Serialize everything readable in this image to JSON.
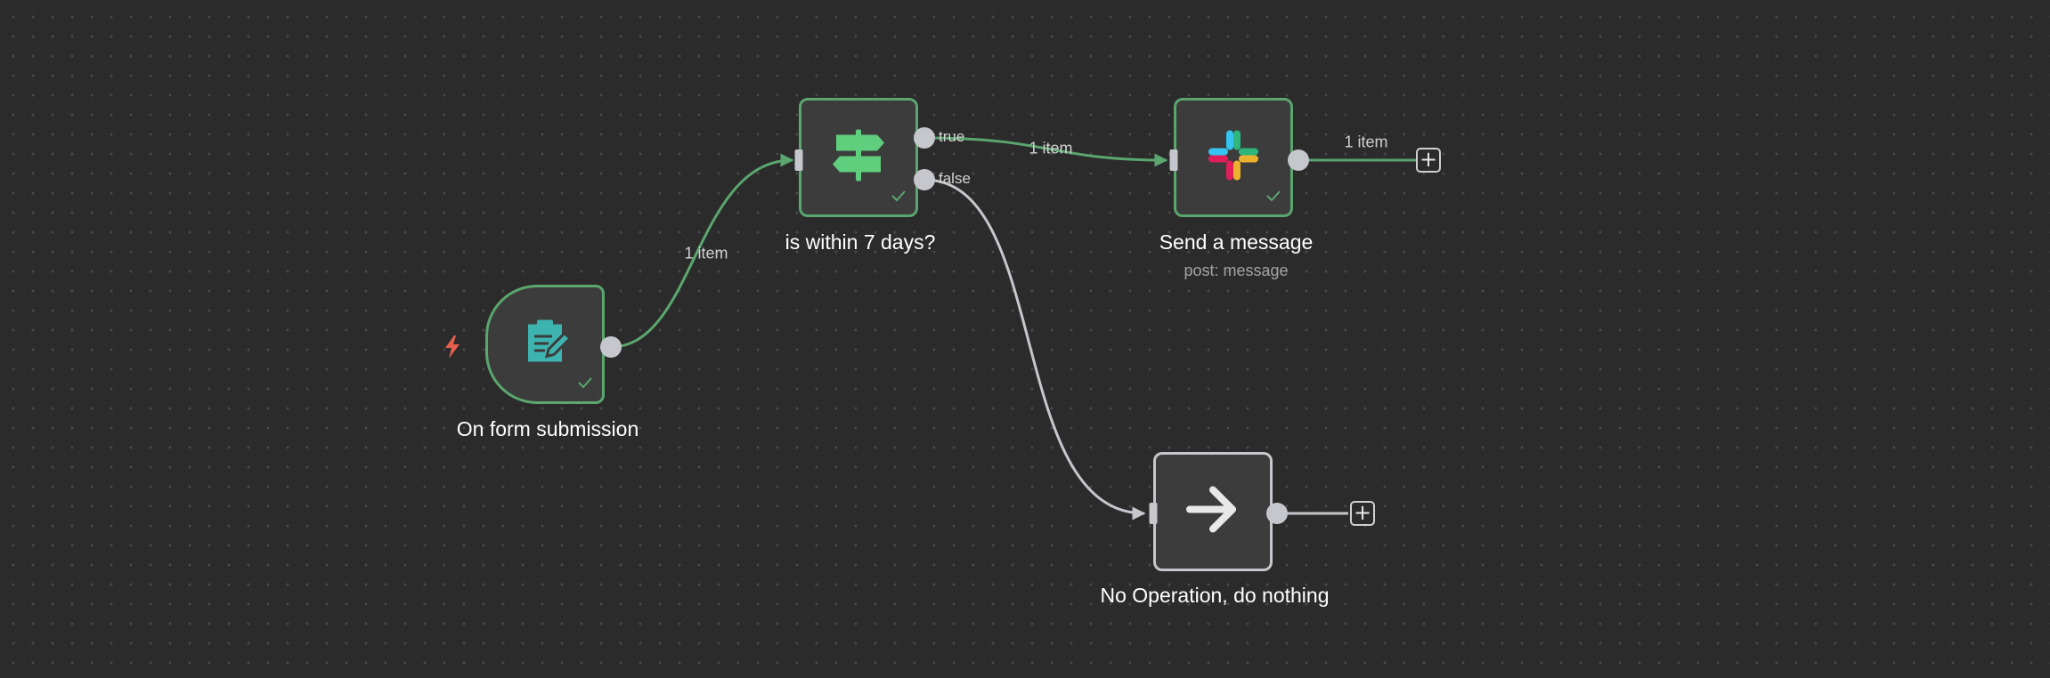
{
  "nodes": {
    "form_trigger": {
      "title": "On form submission",
      "icon": "form-edit-icon",
      "status": "success"
    },
    "if_node": {
      "title": "is within 7 days?",
      "icon": "signpost-icon",
      "status": "success",
      "outputs": [
        "true",
        "false"
      ]
    },
    "slack_node": {
      "title": "Send a message",
      "subtitle": "post: message",
      "icon": "slack-icon",
      "status": "success"
    },
    "noop_node": {
      "title": "No Operation, do nothing",
      "icon": "arrow-right-icon"
    }
  },
  "edges": {
    "form_to_if": {
      "label": "1 item",
      "status": "success"
    },
    "if_true_to_slack": {
      "label": "1 item",
      "status": "success"
    },
    "slack_to_add": {
      "label": "1 item",
      "status": "success"
    },
    "if_false_to_noop": {
      "label": ""
    }
  },
  "add_button_label": "+",
  "colors": {
    "canvas": "#2b2b2b",
    "success": "#5aa66e",
    "neutral": "#c5c7cd",
    "trigger_bolt": "#e4614e",
    "form_icon": "#3eb4b0",
    "if_icon": "#5fcf7e"
  }
}
